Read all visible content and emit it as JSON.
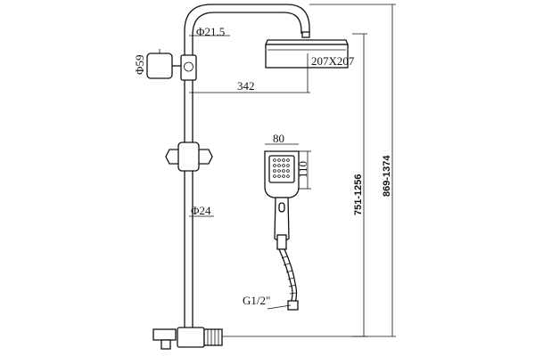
{
  "dimensions": {
    "pipe_top_diameter": "Φ21.5",
    "head_size": "207X207",
    "holder_diameter": "Φ59",
    "arm_length": "342",
    "handset_width": "80",
    "handset_height": "110",
    "riser_diameter": "Φ24",
    "height_range_inner": "751-1256",
    "height_range_outer": "869-1374",
    "hose_thread": "G1/2\""
  }
}
